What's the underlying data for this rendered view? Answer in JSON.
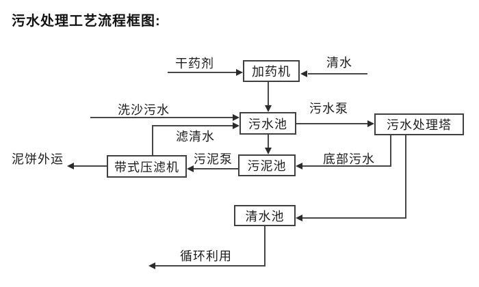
{
  "title": "污水处理工艺流程框图:",
  "nodes": {
    "dosing_machine": "加药机",
    "sewage_pool": "污水池",
    "treatment_tower": "污水处理塔",
    "sludge_pool": "污泥池",
    "belt_filter_press": "带式压滤机",
    "clear_water_pool": "清水池"
  },
  "flow_labels": {
    "dry_agent": "干药剂",
    "clean_water": "清水",
    "sand_wash_sewage": "洗沙污水",
    "sewage_pump": "污水泵",
    "filtered_clear_water": "滤清水",
    "sludge_pump": "污泥泵",
    "bottom_sewage": "底部污水",
    "mud_cake_transport": "泥饼外运",
    "recycling_use": "循环利用"
  },
  "colors": {
    "background": "#ffffff",
    "line": "#454545",
    "arrowhead": "#2b2b2b",
    "text": "#1c1c1c"
  }
}
